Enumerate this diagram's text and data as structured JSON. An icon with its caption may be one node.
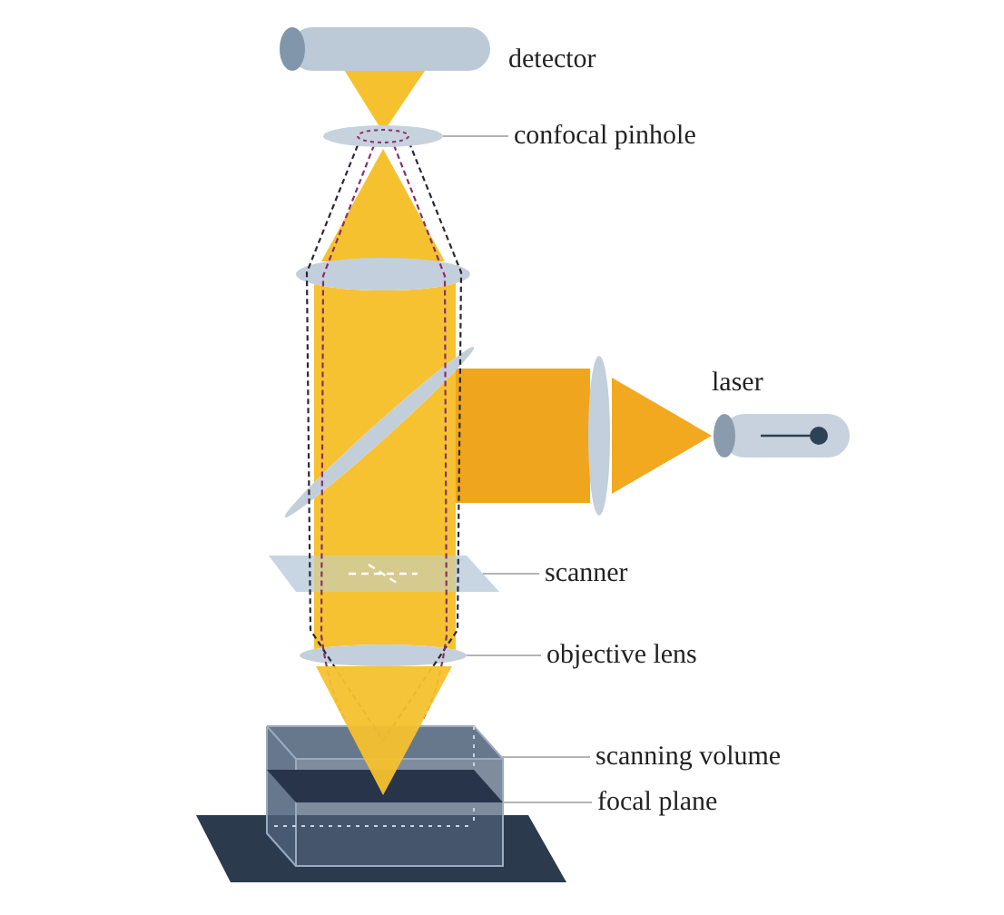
{
  "diagram": {
    "nodes": [
      {
        "text": [],
        "shape": "triangle"
      },
      {
        "text": [],
        "shape": "ellipse"
      },
      {
        "text": [
          "confocal pinhole"
        ]
      },
      {
        "text": [],
        "shape": "triangle"
      },
      {
        "text": [],
        "shape": "ellipse"
      },
      {
        "text": [],
        "shape": "bar"
      },
      {
        "text": [],
        "shape": "ellipse"
      },
      {
        "text": [],
        "shape": "bar"
      },
      {
        "text": [],
        "shape": "ellipse"
      },
      {
        "text": [],
        "shape": "triangle"
      },
      {
        "text": [],
        "shape": "parallelogram"
      },
      {
        "text": [
          "scanner"
        ]
      },
      {
        "text": [],
        "shape": "ellipse"
      },
      {
        "text": [
          "objective lens"
        ]
      },
      {
        "text": [],
        "shape": "triangle"
      },
      {
        "text": [],
        "shape": "box"
      },
      {
        "text": [
          "scanning volume"
        ]
      },
      {
        "text": [],
        "shape": "parallelogram",
        "in": 15
      },
      {
        "text": [
          "focal plane"
        ]
      },
      {
        "text": [],
        "shape": "parallelogram"
      }
    ],
    "edges": [
      {
        "from": 2,
        "to": 1,
        "arrow": "none"
      },
      {
        "from": 11,
        "to": 10,
        "arrow": "none"
      },
      {
        "from": 13,
        "to": 12,
        "arrow": "none"
      },
      {
        "from": 16,
        "to": 15,
        "arrow": "none"
      },
      {
        "from": 18,
        "to": 17,
        "arrow": "none"
      }
    ],
    "labels": [
      "detector",
      "laser"
    ]
  }
}
